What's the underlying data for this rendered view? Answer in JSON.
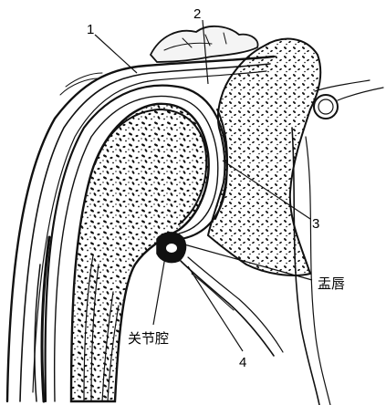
{
  "labels": {
    "one": "1",
    "two": "2",
    "three": "3",
    "four": "4",
    "labrum": "盂唇",
    "joint_cavity": "关节腔"
  }
}
